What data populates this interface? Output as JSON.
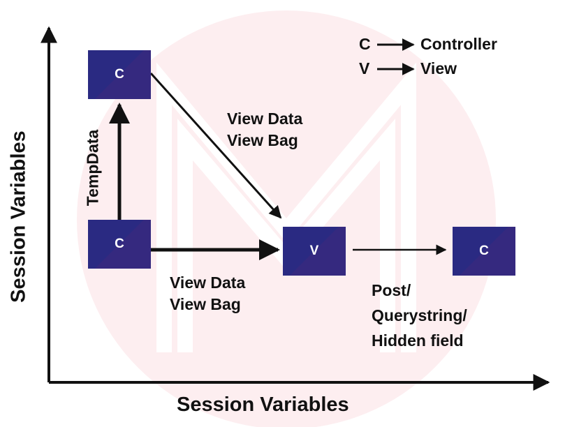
{
  "axes": {
    "x_label": "Session Variables",
    "y_label": "Session Variables"
  },
  "legend": [
    {
      "key": "C",
      "value": "Controller"
    },
    {
      "key": "V",
      "value": "View"
    }
  ],
  "boxes": {
    "top_controller": "C",
    "bottom_controller": "C",
    "view": "V",
    "next_controller": "C"
  },
  "labels": {
    "tempdata": "TempData",
    "top_line1": "View Data",
    "top_line2": "View Bag",
    "bottom_line1": "View Data",
    "bottom_line2": "View Bag",
    "post_line1": "Post/",
    "post_line2": "Querystring/",
    "post_line3": "Hidden field"
  },
  "colors": {
    "box": "#2a2a82",
    "watermark": "#fdeef0"
  }
}
